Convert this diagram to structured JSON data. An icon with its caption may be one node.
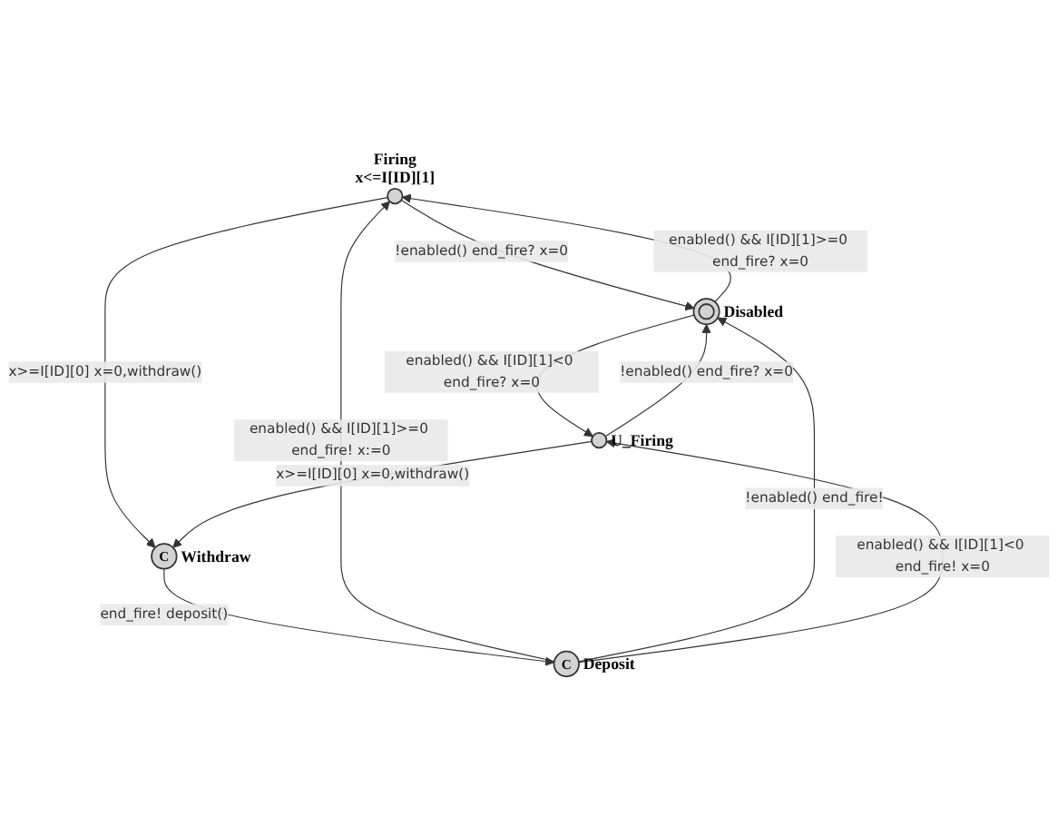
{
  "diagram": {
    "nodes": [
      {
        "text": [],
        "shape": "circle",
        "beside": [
          "Firing",
          "x<=I[ID][1]"
        ]
      },
      {
        "text": [],
        "shape": "circle",
        "beside": [
          "Disabled"
        ]
      },
      {
        "text": [
          "C"
        ],
        "beside": [
          "Deposit"
        ]
      },
      {
        "text": [
          "C"
        ],
        "beside": [
          "Withdraw"
        ]
      },
      {
        "text": [],
        "shape": "circle",
        "beside": [
          "U_Firing"
        ]
      }
    ],
    "edges": [
      {
        "from": 0,
        "to": 1,
        "arrow": "to",
        "label": "!enabled() end_fire? x=0"
      },
      {
        "from": 1,
        "to": 0,
        "arrow": "to",
        "label": "enabled() && I[ID][1]>=0 end_fire? x=0"
      },
      {
        "from": 2,
        "to": 0,
        "arrow": "to",
        "label": "enabled() && I[ID][1]>=0 end_fire! x:=0"
      },
      {
        "from": 0,
        "to": 3,
        "arrow": "to",
        "label": "x>=I[ID][0] x=0,withdraw()"
      },
      {
        "from": 2,
        "to": 1,
        "arrow": "to",
        "label": "!enabled() end_fire!"
      },
      {
        "from": 3,
        "to": 2,
        "arrow": "to",
        "label": "end_fire! deposit()"
      },
      {
        "from": 1,
        "to": 4,
        "arrow": "to",
        "label": "enabled() && I[ID][1]<0 end_fire? x=0"
      },
      {
        "from": 2,
        "to": 4,
        "arrow": "to",
        "label": "enabled() && I[ID][1]<0 end_fire! x=0"
      },
      {
        "from": 4,
        "to": 3,
        "arrow": "to",
        "label": "x>=I[ID][0] x=0,withdraw()"
      },
      {
        "from": 4,
        "to": 1,
        "arrow": "to",
        "label": "!enabled() end_fire? x=0"
      }
    ]
  }
}
